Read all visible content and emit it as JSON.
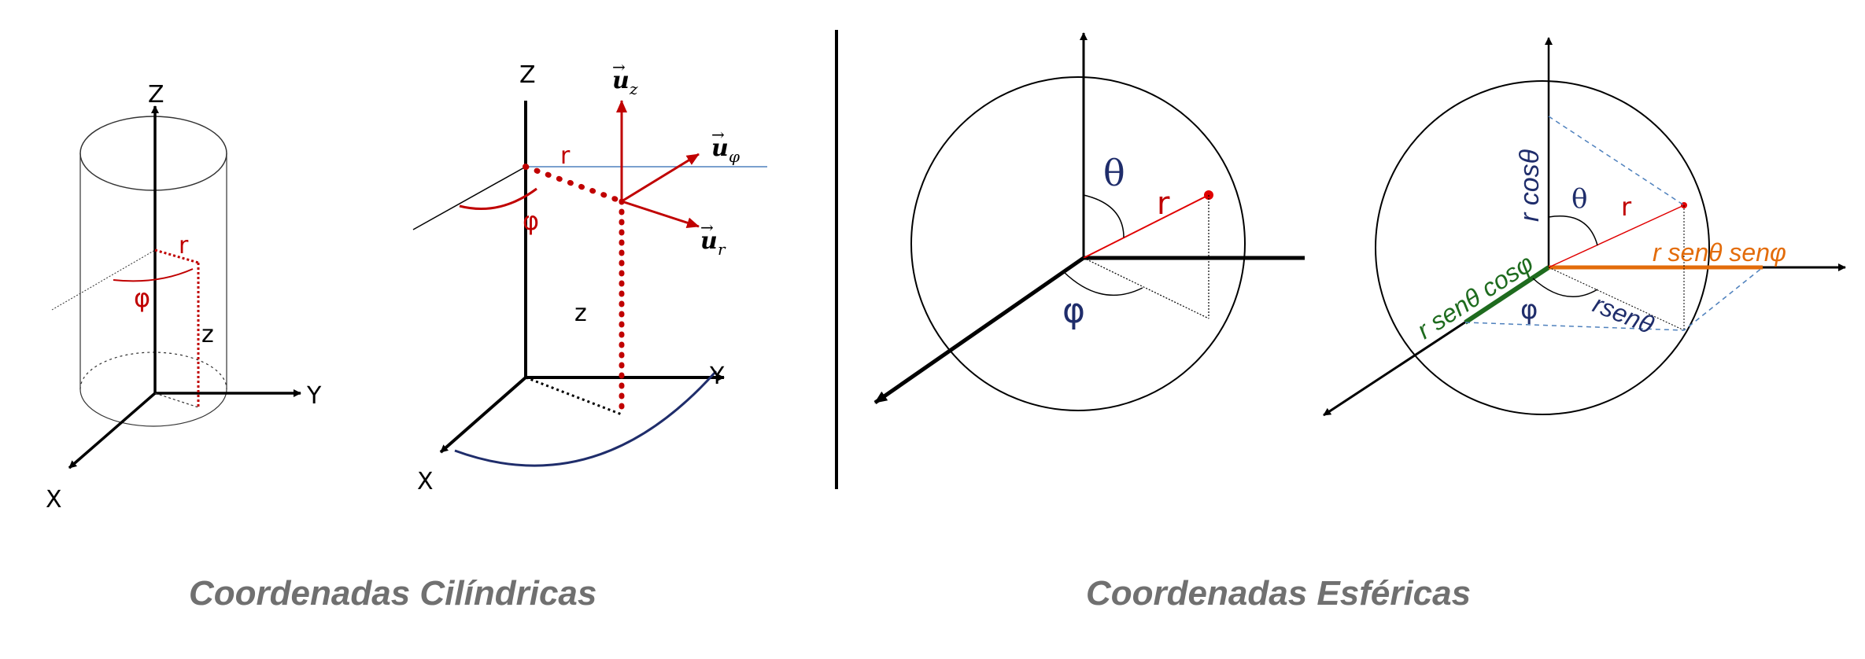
{
  "captions": {
    "cylindrical": "Coordenadas Cilíndricas",
    "spherical": "Coordenadas Esféricas"
  },
  "cylinder_left": {
    "z_axis": "Z",
    "y_axis": "Y",
    "x_axis": "X",
    "r": "r",
    "phi": "φ",
    "z": "z"
  },
  "cylinder_right": {
    "z_axis": "Z",
    "y_axis": "Y",
    "x_axis": "X",
    "r": "r",
    "phi": "φ",
    "z": "z",
    "u_z": "u",
    "u_z_sub": "z",
    "u_phi": "u",
    "u_phi_sub": "φ",
    "u_r": "u",
    "u_r_sub": "r"
  },
  "sphere_left": {
    "theta": "θ",
    "r": "r",
    "phi": "φ"
  },
  "sphere_right": {
    "theta": "θ",
    "r": "r",
    "phi": "φ",
    "r_cos": "r cosθ",
    "r_sen_sen": "r senθ senφ",
    "r_sen_cos": "r senθ cosφ",
    "r_sen": "rsenθ"
  },
  "colors": {
    "red": "#c00000",
    "navy": "#1f2d6b",
    "green": "#1e6b1e",
    "orange": "#e36c0a",
    "blue_dashed": "#4f81bd",
    "caption": "#707070"
  }
}
